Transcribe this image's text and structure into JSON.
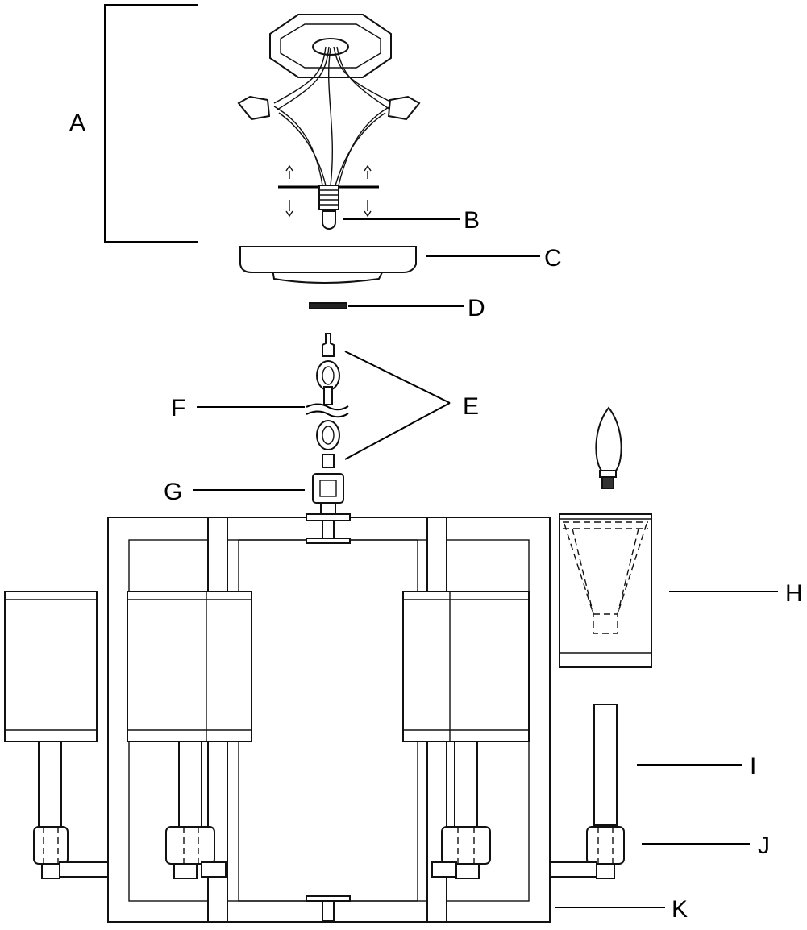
{
  "labels": {
    "a": "A",
    "b": "B",
    "c": "C",
    "d": "D",
    "e": "E",
    "f": "F",
    "g": "G",
    "h": "H",
    "i": "I",
    "j": "J",
    "k": "K"
  }
}
